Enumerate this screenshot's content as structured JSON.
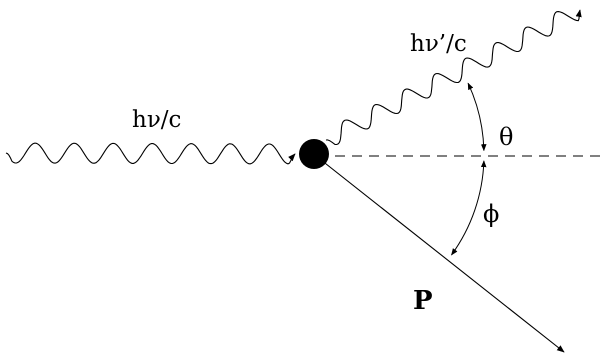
{
  "labels": {
    "incident_momentum": "hν/c",
    "scattered_momentum": "hν’/c",
    "scatter_angle": "θ",
    "recoil_angle": "ϕ",
    "recoil_momentum": "P"
  },
  "colors": {
    "ink": "#000000",
    "background": "#ffffff"
  }
}
